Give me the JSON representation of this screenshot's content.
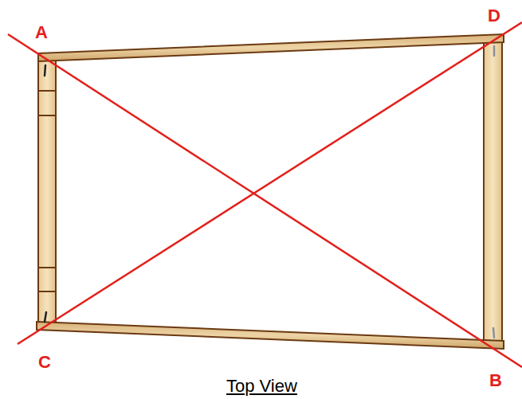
{
  "diagram": {
    "caption": "Top View",
    "labels": [
      "A",
      "D",
      "C",
      "B"
    ]
  }
}
